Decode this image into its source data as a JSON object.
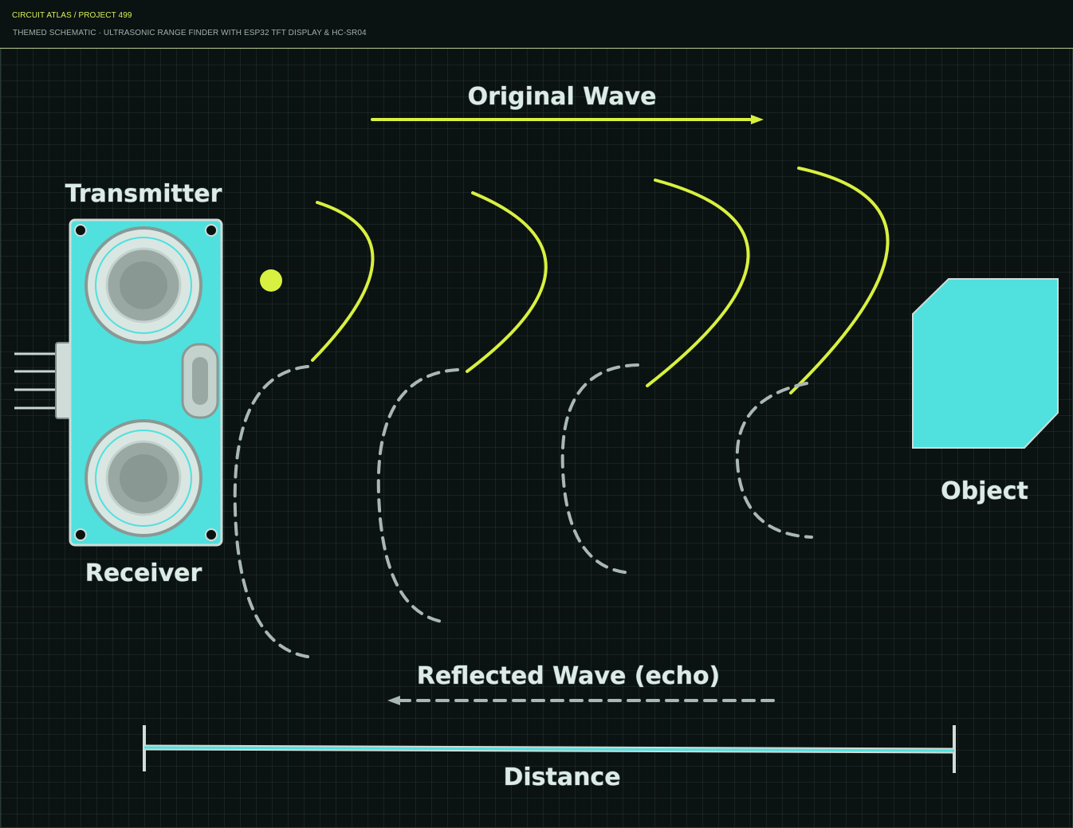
{
  "header": {
    "breadcrumb": "CIRCUIT ATLAS / PROJECT 499",
    "subtitle": "THEMED SCHEMATIC · ULTRASONIC RANGE FINDER WITH ESP32 TFT DISPLAY & HC-SR04"
  },
  "diagram": {
    "original_wave_label": "Original Wave",
    "transmitter_label": "Transmitter",
    "receiver_label": "Receiver",
    "object_label": "Object",
    "reflected_wave_label": "Reflected Wave (echo)",
    "distance_label": "Distance"
  },
  "colors": {
    "background": "#0b1212",
    "grid": "#1d2b29",
    "accent_yellow": "#d8f040",
    "sensor_cyan": "#50e0de",
    "echo_gray": "#aab8b4",
    "label": "#dcebe6"
  }
}
